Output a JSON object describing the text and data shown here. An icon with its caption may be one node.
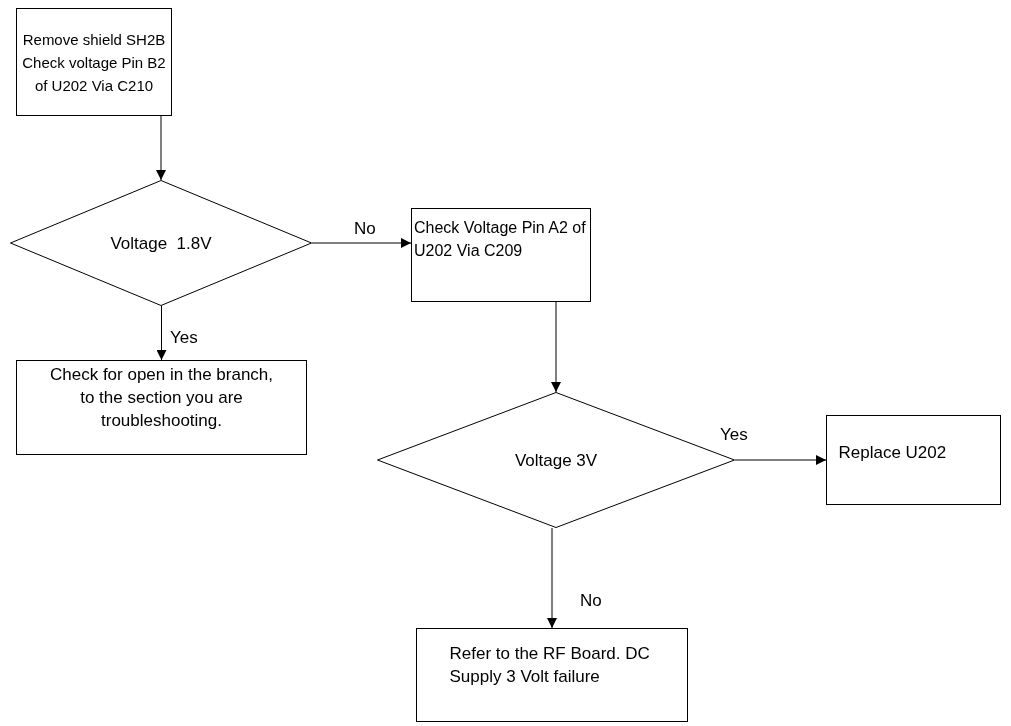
{
  "diagram": {
    "nodes": [
      {
        "text": [
          "Remove shield SH2B Check voltage Pin B2 of U202 Via C210"
        ]
      },
      {
        "text": [
          "Voltage  1.8V"
        ]
      },
      {
        "text": [
          "Check Voltage Pin A2 of U202 Via C209"
        ]
      },
      {
        "text": [
          "Check for open in the branch, to the section you are troubleshooting."
        ]
      },
      {
        "text": [
          "Voltage 3V"
        ]
      },
      {
        "text": [
          "Replace U202"
        ]
      },
      {
        "text": [
          "Refer to the RF Board. DC Supply 3 Volt failure"
        ]
      }
    ],
    "edges": [
      {
        "from": 0,
        "to": 1,
        "arrow": "to"
      },
      {
        "from": 1,
        "to": 2,
        "arrow": "to",
        "label": "No"
      },
      {
        "from": 1,
        "to": 3,
        "arrow": "to",
        "label": "Yes"
      },
      {
        "from": 2,
        "to": 4,
        "arrow": "to"
      },
      {
        "from": 4,
        "to": 5,
        "arrow": "to",
        "label": "Yes"
      },
      {
        "from": 4,
        "to": 6,
        "arrow": "to",
        "label": "No"
      }
    ]
  }
}
